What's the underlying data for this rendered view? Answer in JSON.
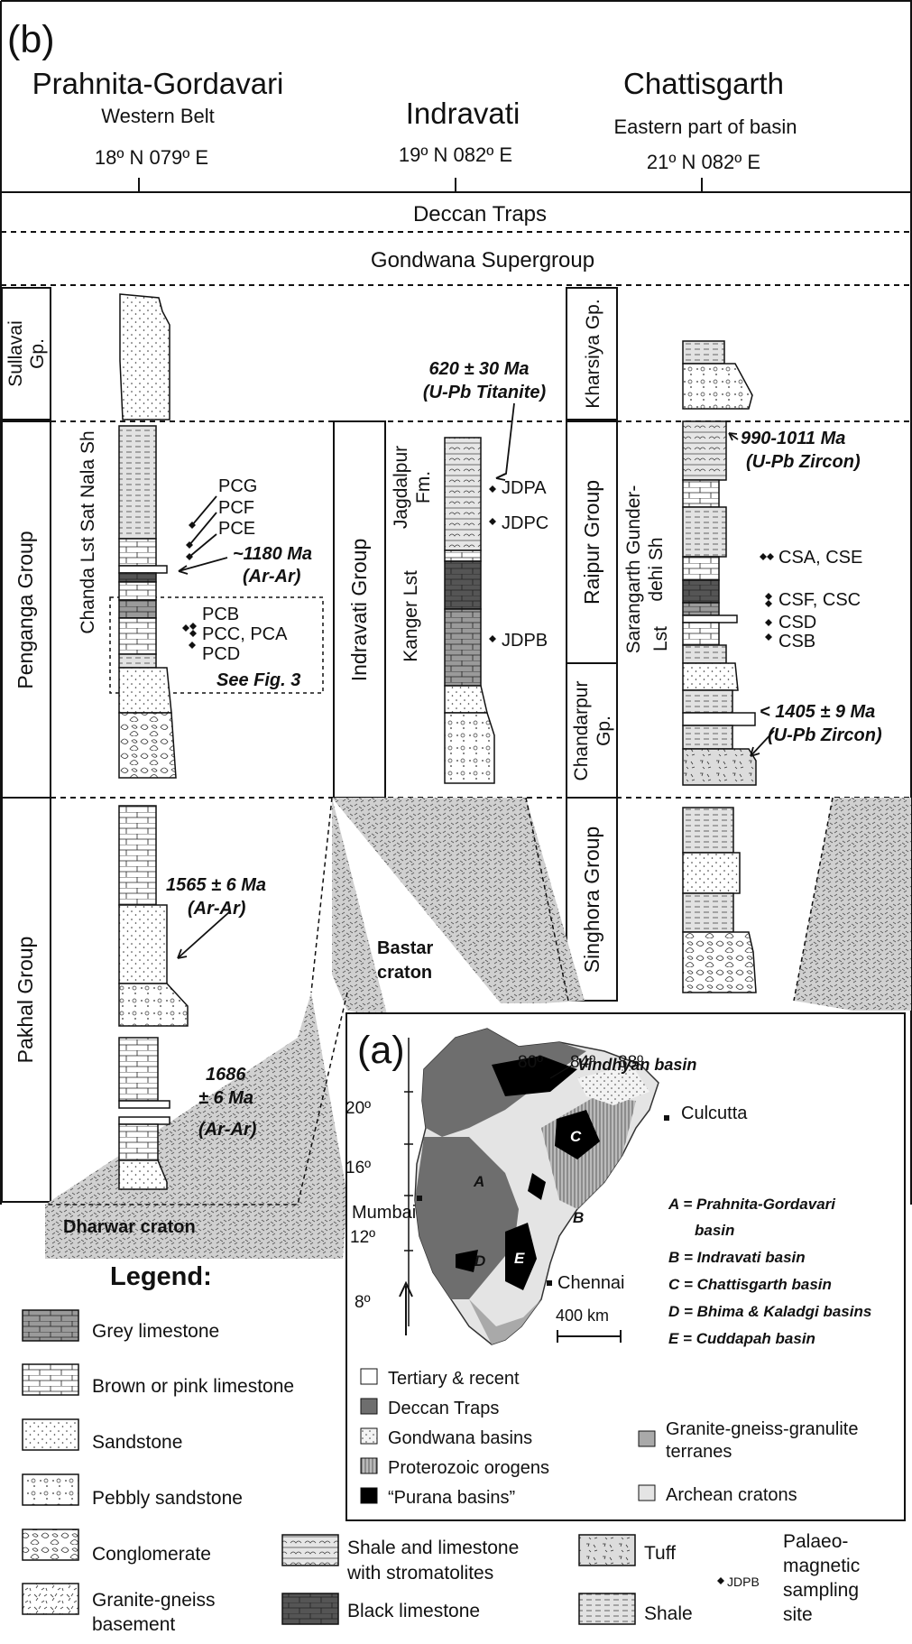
{
  "panel_b": {
    "label": "(b)",
    "regions": [
      {
        "name": "Prahnita-Gordavari",
        "sub": "Western Belt",
        "coord": "18º N 079º E"
      },
      {
        "name": "Indravati",
        "sub": "",
        "coord": "19º N 082º E"
      },
      {
        "name": "Chattisgarth",
        "sub": "Eastern part of basin",
        "coord": "21º N 082º E"
      }
    ],
    "deccan": "Deccan Traps",
    "gondwana": "Gondwana Supergroup",
    "groups": {
      "sullavai": [
        "Sullavai",
        "Gp."
      ],
      "penganga": "Penganga Group",
      "pakhal": "Pakhal Group",
      "indravati": "Indravati Group",
      "kharsiya": "Kharsiya Gp.",
      "raipur": "Raipur Group",
      "chandarpur": [
        "Chandarpur",
        "Gp."
      ],
      "singhora": "Singhora Group"
    },
    "formations": {
      "chanda": "Chanda Lst Sat Nala Sh",
      "jagdalpur": [
        "Jagdalpur",
        "Fm."
      ],
      "kanger": "Kanger Lst",
      "sarangarth": [
        "Sarangarth Gunder-",
        "dehi Sh"
      ],
      "lst": "Lst"
    },
    "sites": {
      "pcg": "PCG",
      "pcf": "PCF",
      "pce": "PCE",
      "pcb": "PCB",
      "pcc": "PCC, PCA",
      "pcd": "PCD",
      "jdpa": "JDPA",
      "jdpc": "JDPC",
      "jdpb": "JDPB",
      "csa": "CSA, CSE",
      "csf": "CSF, CSC",
      "csd": "CSD",
      "csb": "CSB"
    },
    "ages": {
      "a1180": [
        "~1180 Ma",
        "(Ar-Ar)"
      ],
      "a620": [
        "620 ± 30 Ma",
        "(U-Pb Titanite)"
      ],
      "a990": [
        "990-1011 Ma",
        "(U-Pb Zircon)"
      ],
      "a1405": [
        "< 1405 ± 9 Ma",
        "(U-Pb Zircon)"
      ],
      "a1565": [
        "1565 ± 6 Ma",
        "(Ar-Ar)"
      ],
      "a1686": [
        "1686",
        "± 6 Ma",
        "(Ar-Ar)"
      ]
    },
    "see_fig": "See Fig. 3",
    "cratons": {
      "bastar": [
        "Bastar",
        "craton"
      ],
      "dharwar": "Dharwar craton"
    }
  },
  "panel_a": {
    "label": "(a)",
    "lon_ticks": [
      "80º",
      "84º",
      "88º"
    ],
    "lat_ticks": [
      "20º",
      "16º",
      "12º",
      "8º"
    ],
    "places": {
      "vindhyan": "Vindhyan basin",
      "culcutta": "Culcutta",
      "mumbai": "Mumbai",
      "chennai": "Chennai"
    },
    "basin_letters": [
      "A",
      "B",
      "C",
      "D",
      "E"
    ],
    "basin_key": [
      "A = Prahnita-Gordavari",
      "basin",
      "B = Indravati basin",
      "C = Chattisgarth basin",
      "D = Bhima & Kaladgi basins",
      "E = Cuddapah basin"
    ],
    "scale": "400 km",
    "map_legend": [
      {
        "label": "Tertiary & recent",
        "fill": "#ffffff"
      },
      {
        "label": "Deccan Traps",
        "fill": "#6e6e6e"
      },
      {
        "label": "Gondwana basins",
        "fill": "#ececec"
      },
      {
        "label": "Proterozoic orogens",
        "fill": "#a8a8a8"
      },
      {
        "label": "“Purana basins”",
        "fill": "#000000"
      }
    ],
    "map_legend_right": [
      {
        "label": [
          "Granite-gneiss-granulite",
          "terranes"
        ],
        "fill": "#a9a9a9"
      },
      {
        "label": [
          "Archean cratons"
        ],
        "fill": "#e4e4e4"
      }
    ]
  },
  "legend": {
    "title": "Legend:",
    "items": [
      {
        "label": [
          "Grey limestone"
        ],
        "pattern": "greylst"
      },
      {
        "label": [
          "Brown or pink limestone"
        ],
        "pattern": "brick"
      },
      {
        "label": [
          "Sandstone"
        ],
        "pattern": "sand"
      },
      {
        "label": [
          "Pebbly sandstone"
        ],
        "pattern": "pebbly"
      },
      {
        "label": [
          "Conglomerate"
        ],
        "pattern": "cong"
      },
      {
        "label": [
          "Granite-gneiss",
          "basement"
        ],
        "pattern": "granite"
      },
      {
        "label": [
          "Shale and  limestone",
          "with stromatolites"
        ],
        "pattern": "strom"
      },
      {
        "label": [
          "Black limestone"
        ],
        "pattern": "blacklst"
      },
      {
        "label": [
          "Tuff"
        ],
        "pattern": "tuff"
      },
      {
        "label": [
          "Shale"
        ],
        "pattern": "shale"
      }
    ],
    "site_code": "JDPB",
    "site_label": [
      "Palaeo-",
      "magnetic",
      "sampling",
      "site"
    ]
  }
}
